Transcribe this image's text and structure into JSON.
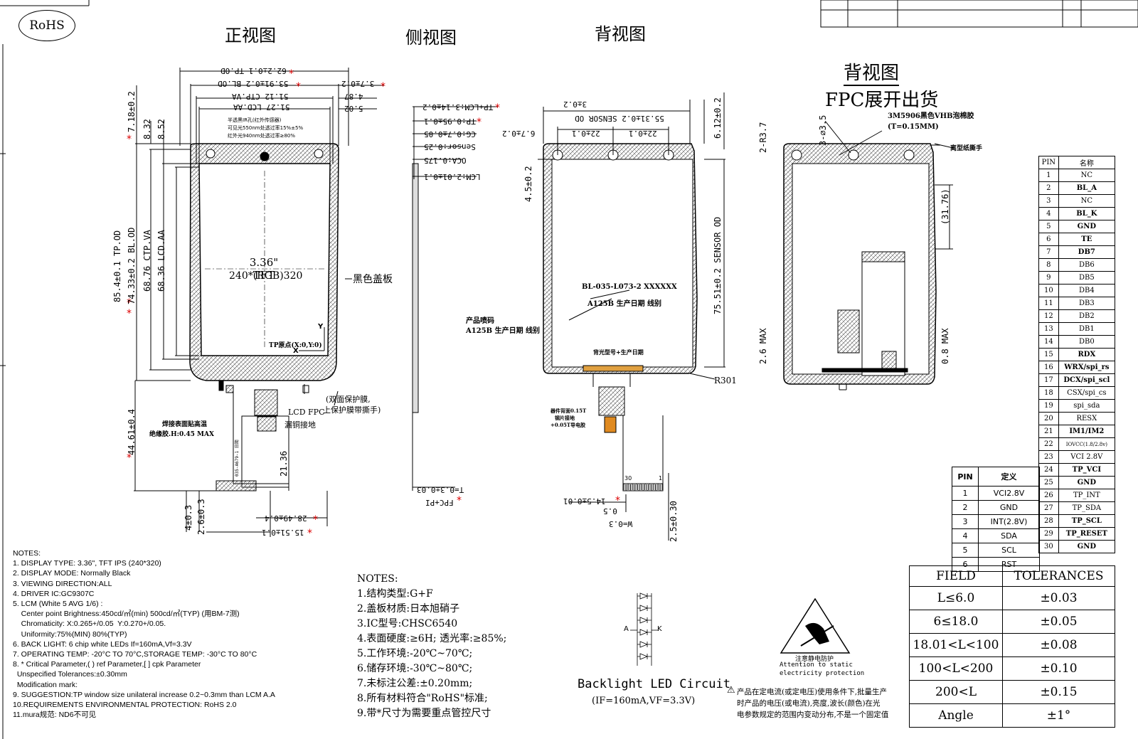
{
  "rohs": "RoHS",
  "views": {
    "front": "正视图",
    "side": "侧视图",
    "back": "背视图",
    "back_fpc": "背视图",
    "fpc_unfold": "FPC展开出货"
  },
  "front": {
    "dims_top": [
      "62.2±0.1 TP.OD",
      "53.91±0.2 BL.OD",
      "51.12 CTP.VA",
      "51.27 LCD.AA"
    ],
    "dims_top_right": [
      "3.7±0.2",
      "4.87",
      "5.02"
    ],
    "sensor_note": [
      "半透黑IR孔(红外传感器)",
      "可见光550nm处透过率15%±5%",
      "红外光940nm处透过率≥80%"
    ],
    "dims_left": [
      "7.18±0.2",
      "8.32",
      "8.52"
    ],
    "dims_left_long": [
      "85.4±0.1 TP.OD",
      "74.33±0.2 BL.OD",
      "68.76 CTP.VA",
      "68.36 LCD.AA"
    ],
    "tft_line1": "3.36\" TFT",
    "tft_line2": "240*(RGB)320",
    "black_cover": "黑色盖板",
    "origin": "TP原点(X:0,Y:0)",
    "axis_x": "X",
    "axis_y": "Y",
    "fpc_dim": "44.61±0.4",
    "dim_21": "21.36",
    "dim_4": "4±0.3",
    "dim_26": "2.6±0.3",
    "dim_28": "28.49±0.4",
    "dim_15": "15.51±0.1",
    "weld_note1": "焊接表面贴高温",
    "weld_note2": "绝缘胶.H:0.45 MAX",
    "lcd_fpc": "LCD FPC",
    "copper": "漏铜接地",
    "protect1": "(双面保护膜,",
    "protect2": "上保护膜带撕手)",
    "fpc_code": "035-A679-1 日期"
  },
  "side": {
    "dims": [
      "TP+LCM:3.14±0.2",
      "TP:0.95±0.1",
      "CG:0.7±0.05",
      "Sensor:0.25",
      "OCA:0.175",
      "LCM:2.01±0.1"
    ],
    "bottom": [
      "T=0.3±0.03",
      "FPC+PI"
    ]
  },
  "back": {
    "dims_top": [
      "3±0.2",
      "55.31±0.2 SENSOR OD",
      "22±0.1",
      "22±0.1",
      "6.7±0.2"
    ],
    "dim_right_top": "6.12±0.2",
    "dim_left": "4.5±0.2",
    "dim_right": "75.51±0.2 SENSOR OD",
    "label_code": "BL-035-L073-2 XXXXXX",
    "label_date": "A125B 生产日期 线别",
    "product_code": "产品喷码",
    "product_date": "A125B 生产日期 线别",
    "bl_model": "背光型号+生产日期",
    "r301": "R301",
    "stiffener1": "器件背面0.15T",
    "stiffener2": "钢片接地",
    "stiffener3": "+0.05T导电胶",
    "pin30": "30",
    "pin1": "1",
    "dim_145": "14.5±0.01",
    "dim_05": "0.5",
    "dim_w": "W=0.3",
    "dim_25": "2.5±0.30"
  },
  "back_fpc": {
    "foam": "3M5906黑色VHB泡棉胶",
    "foam_t": "(T=0.15MM)",
    "release": "离型纸撕手",
    "dim_r37": "2-R3.7",
    "dim_35": "3-∅3.5",
    "dim_3176": "(31.76)",
    "dim_26max": "2.6 MAX",
    "dim_08max": "0.8 MAX"
  },
  "pin_table": {
    "header": [
      "PIN",
      "名称"
    ],
    "rows": [
      [
        "1",
        "NC"
      ],
      [
        "2",
        "BL_A"
      ],
      [
        "3",
        "NC"
      ],
      [
        "4",
        "BL_K"
      ],
      [
        "5",
        "GND"
      ],
      [
        "6",
        "TE"
      ],
      [
        "7",
        "DB7"
      ],
      [
        "8",
        "DB6"
      ],
      [
        "9",
        "DB5"
      ],
      [
        "10",
        "DB4"
      ],
      [
        "11",
        "DB3"
      ],
      [
        "12",
        "DB2"
      ],
      [
        "13",
        "DB1"
      ],
      [
        "14",
        "DB0"
      ],
      [
        "15",
        "RDX"
      ],
      [
        "16",
        "WRX/spi_rs"
      ],
      [
        "17",
        "DCX/spi_scl"
      ],
      [
        "18",
        "CSX/spi_cs"
      ],
      [
        "19",
        "spi_sda"
      ],
      [
        "20",
        "RESX"
      ],
      [
        "21",
        "IM1/IM2"
      ],
      [
        "22",
        "IOVCC(1.8/2.8v)"
      ],
      [
        "23",
        "VCI 2.8V"
      ],
      [
        "24",
        "TP_VCI"
      ],
      [
        "25",
        "GND"
      ],
      [
        "26",
        "TP_INT"
      ],
      [
        "27",
        "TP_SDA"
      ],
      [
        "28",
        "TP_SCL"
      ],
      [
        "29",
        "TP_RESET"
      ],
      [
        "30",
        "GND"
      ]
    ]
  },
  "pin_table2": {
    "header": [
      "PIN",
      "定义"
    ],
    "rows": [
      [
        "1",
        "VCI2.8V"
      ],
      [
        "2",
        "GND"
      ],
      [
        "3",
        "INT(2.8V)"
      ],
      [
        "4",
        "SDA"
      ],
      [
        "5",
        "SCL"
      ],
      [
        "6",
        "RST"
      ]
    ]
  },
  "tolerances": {
    "header": [
      "FIELD",
      "TOLERANCES"
    ],
    "rows": [
      [
        "L≤6.0",
        "±0.03"
      ],
      [
        "6≤18.0",
        "±0.05"
      ],
      [
        "18.01<L<100",
        "±0.08"
      ],
      [
        "100<L<200",
        "±0.10"
      ],
      [
        "200<L",
        "±0.15"
      ],
      [
        "Angle",
        "±1°"
      ]
    ]
  },
  "notes_en": [
    "NOTES:",
    "1. DISPLAY TYPE: 3.36\", TFT IPS (240*320)",
    "2. DISPLAY MODE: Normally Black",
    "3. VIEWING DIRECTION:ALL",
    "4. DRIVER IC:GC9307C",
    "5. LCM (White 5 AVG 1/6) :",
    "    Center point Brightness:450cd/㎡(min) 500cd/㎡(TYP) (用BM-7测)",
    "    Chromaticity: X:0.265+/0.05  Y:0.270+/0.05.",
    "    Uniformity:75%(MIN) 80%(TYP)",
    "6. BACK LIGHT: 6 chip white LEDs If=160mA,Vf=3.3V",
    "7. OPERATING TEMP: -20°C TO 70°C,STORAGE TEMP: -30°C TO 80°C",
    "8. * Critical Parameter,( ) ref Parameter,[ ] cpk Parameter",
    "  Unspecified Tolerances:±0.30mm",
    "  Modification mark:",
    "9. SUGGESTION:TP window size unilateral increase 0.2~0.3mm than LCM A.A",
    "10.REQUIREMENTS ENVIRONMENTAL PROTECTION: RoHS 2.0",
    "11.mura规范: ND6不可见"
  ],
  "notes_cn": [
    "NOTES:",
    "1.结构类型:G+F",
    "2.盖板材质:日本旭硝子",
    "3.IC型号:CHSC6540",
    "4.表面硬度:≥6H; 透光率:≥85%;",
    "5.工作环境:-20℃~70℃;",
    "6.储存环境:-30℃~80℃;",
    "7.未标注公差:±0.20mm;",
    "8.所有材料符合\"RoHS\"标准;",
    "9.带*尺寸为需要重点管控尺寸"
  ],
  "led": {
    "title": "Backlight LED Circuit",
    "sub": "(IF=160mA,VF=3.3V)",
    "anode": "A",
    "cathode": "K"
  },
  "esd": {
    "cn": "注意静电防护",
    "en1": "Attention to static",
    "en2": "electricity protection",
    "warn1": "产品在定电流(或定电压)使用条件下,批量生产",
    "warn2": "时产品的电压(或电流),亮度,波长(颜色)在光",
    "warn3": "电参数规定的范围内变动分布,不是一个固定值"
  }
}
